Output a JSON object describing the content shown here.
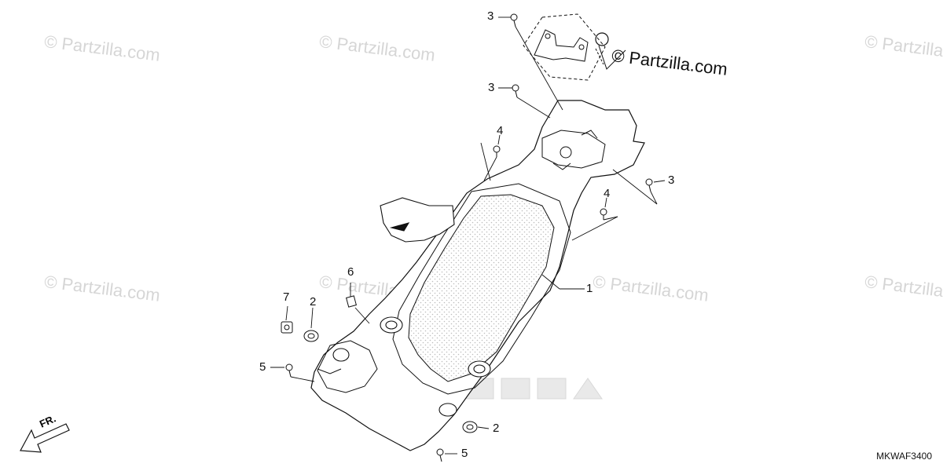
{
  "watermark": {
    "text": "© Partzilla.com",
    "color": "#d6d6d6"
  },
  "overlay_text": "© Partzilla.com",
  "callouts": {
    "c1": "1",
    "c2a": "2",
    "c2b": "2",
    "c3a": "3",
    "c3b": "3",
    "c3c": "3",
    "c4a": "4",
    "c4b": "4",
    "c5a": "5",
    "c5b": "5",
    "c6": "6",
    "c7": "7"
  },
  "front_label": "FR.",
  "diagram_code": "MKWAF3400",
  "colors": {
    "line": "#111111",
    "stipple": "#c8c8c8",
    "logo_ghost": "#e4e4e4"
  }
}
